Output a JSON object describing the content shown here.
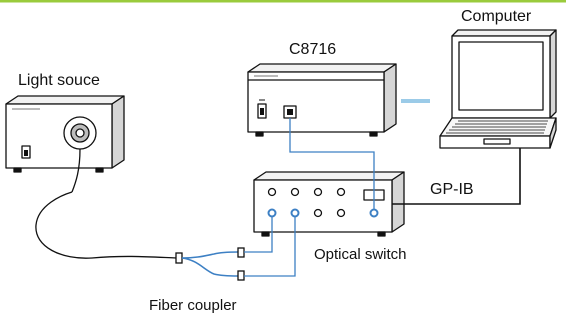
{
  "labels": {
    "computer": "Computer",
    "controller": "C8716",
    "light_source": "Light souce",
    "interface": "GP-IB",
    "optical_switch": "Optical switch",
    "fiber_coupler": "Fiber coupler"
  },
  "colors": {
    "top_rule": "#9acb3c",
    "outline": "#111111",
    "fiber": "#3d80c4",
    "data_link": "#9bcbe8",
    "panel_fill": "#ffffff",
    "side_fill": "#d6d6d6"
  }
}
